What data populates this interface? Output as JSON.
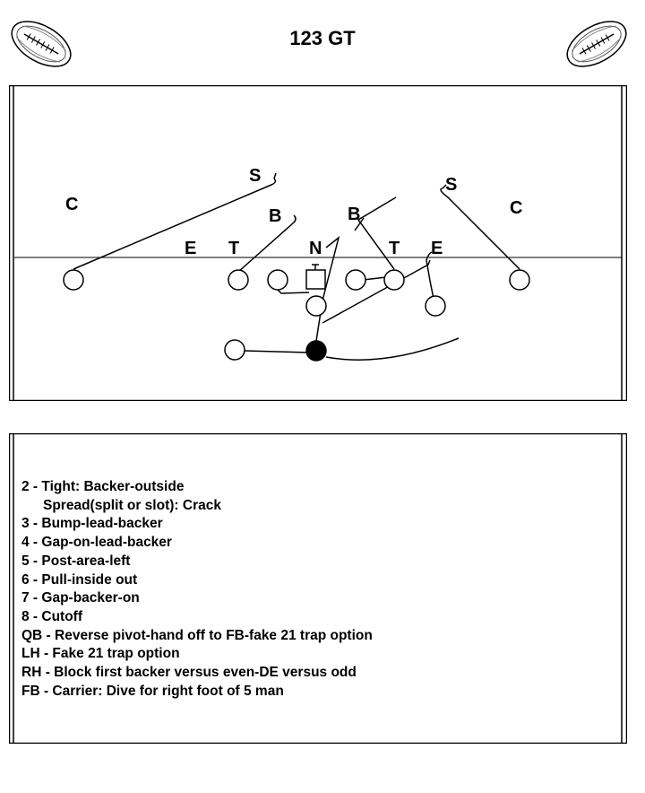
{
  "title": "123 GT",
  "defense_labels": [
    "S",
    "S",
    "C",
    "B",
    "B",
    "C",
    "E",
    "T",
    "N",
    "T",
    "E"
  ],
  "notes": [
    "2 - Tight: Backer-outside",
    "Spread(split or slot): Crack",
    "3 - Bump-lead-backer",
    "4 - Gap-on-lead-backer",
    "5 - Post-area-left",
    "6 - Pull-inside out",
    "7 - Gap-backer-on",
    "8 - Cutoff",
    "QB - Reverse pivot-hand off to FB-fake 21 trap option",
    "LH - Fake 21 trap option",
    "RH - Block first backer versus even-DE versus odd",
    "FB - Carrier: Dive for right foot of 5 man"
  ]
}
